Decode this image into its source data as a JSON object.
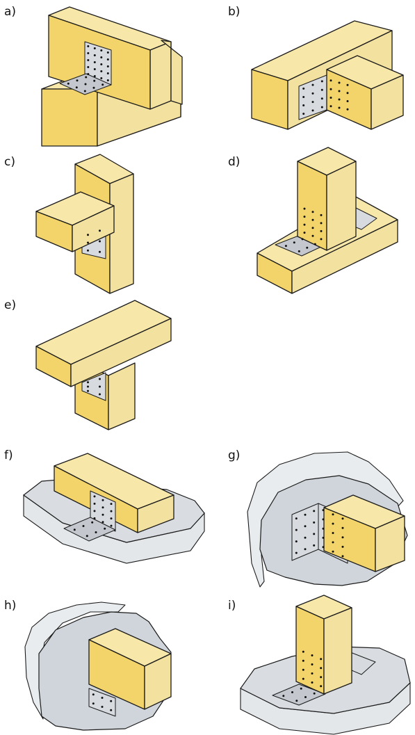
{
  "panels": [
    {
      "id": "a",
      "label": "a)"
    },
    {
      "id": "b",
      "label": "b)"
    },
    {
      "id": "c",
      "label": "c)"
    },
    {
      "id": "d",
      "label": "d)"
    },
    {
      "id": "e",
      "label": "e)"
    },
    {
      "id": "f",
      "label": "f)"
    },
    {
      "id": "g",
      "label": "g)"
    },
    {
      "id": "h",
      "label": "h)"
    },
    {
      "id": "i",
      "label": "i)"
    }
  ],
  "colors": {
    "wood_top": "#f7e7a8",
    "wood_front": "#f2d46a",
    "wood_side": "#f3e1a0",
    "steel_plate": "#d7dadf",
    "concrete": "#d9dde2",
    "wall": "#cfd5da",
    "outline": "#1a1a1a"
  }
}
